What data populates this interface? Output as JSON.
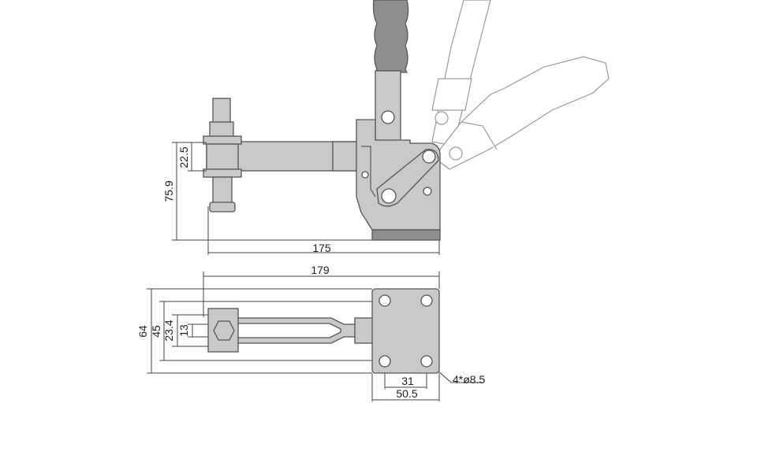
{
  "side_view": {
    "dim_height_small": "22.5",
    "dim_height_total": "75.9",
    "dim_length": "175"
  },
  "top_view": {
    "dim_length": "179",
    "dim_width_outer": "64",
    "dim_width_mid": "45",
    "dim_bolt_span": "23.4",
    "dim_slot": "13",
    "dim_hole_pitch": "31",
    "dim_base_width": "50.5",
    "hole_callout": "4*ø8.5"
  }
}
